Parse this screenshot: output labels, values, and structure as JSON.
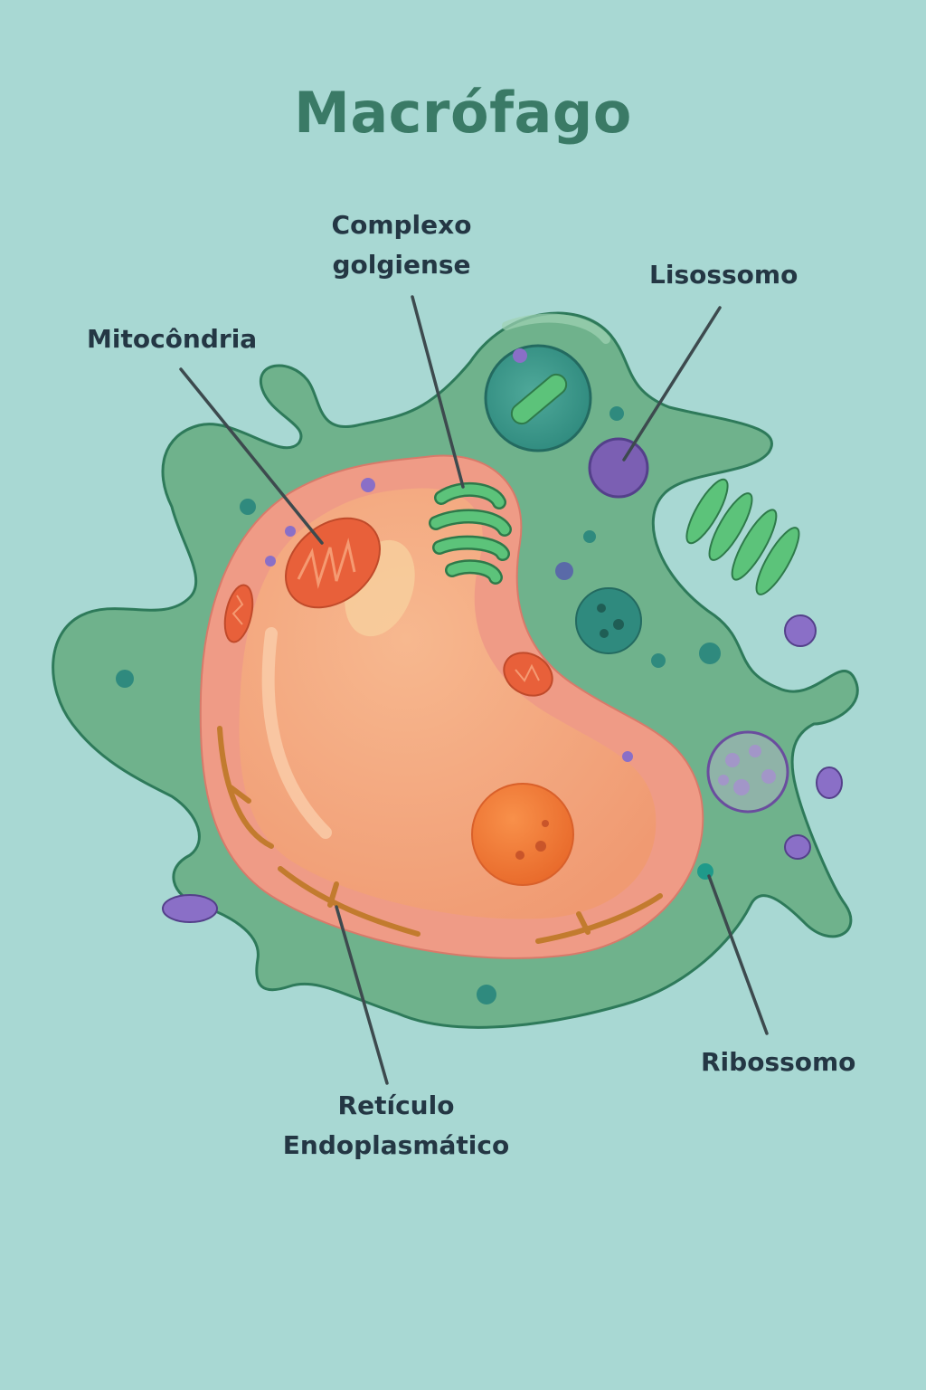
{
  "title": "Macrófago",
  "labels": {
    "golgi": [
      "Complexo",
      "golgiense"
    ],
    "mitochondria": "Mitocôndria",
    "lysosome": "Lisossomo",
    "er": [
      "Retículo",
      "Endoplasmático"
    ],
    "ribosome": "Ribossomo"
  },
  "colors": {
    "background": "#a8d8d3",
    "cytoplasm": "#6fb28c",
    "nucleus": "#f4a680",
    "nucleolus": "#f2782f",
    "mitochondria": "#e8603a",
    "golgi": "#5cc37a",
    "lysosome": "#7b5fb3",
    "leader_line": "#3d4a4e"
  }
}
